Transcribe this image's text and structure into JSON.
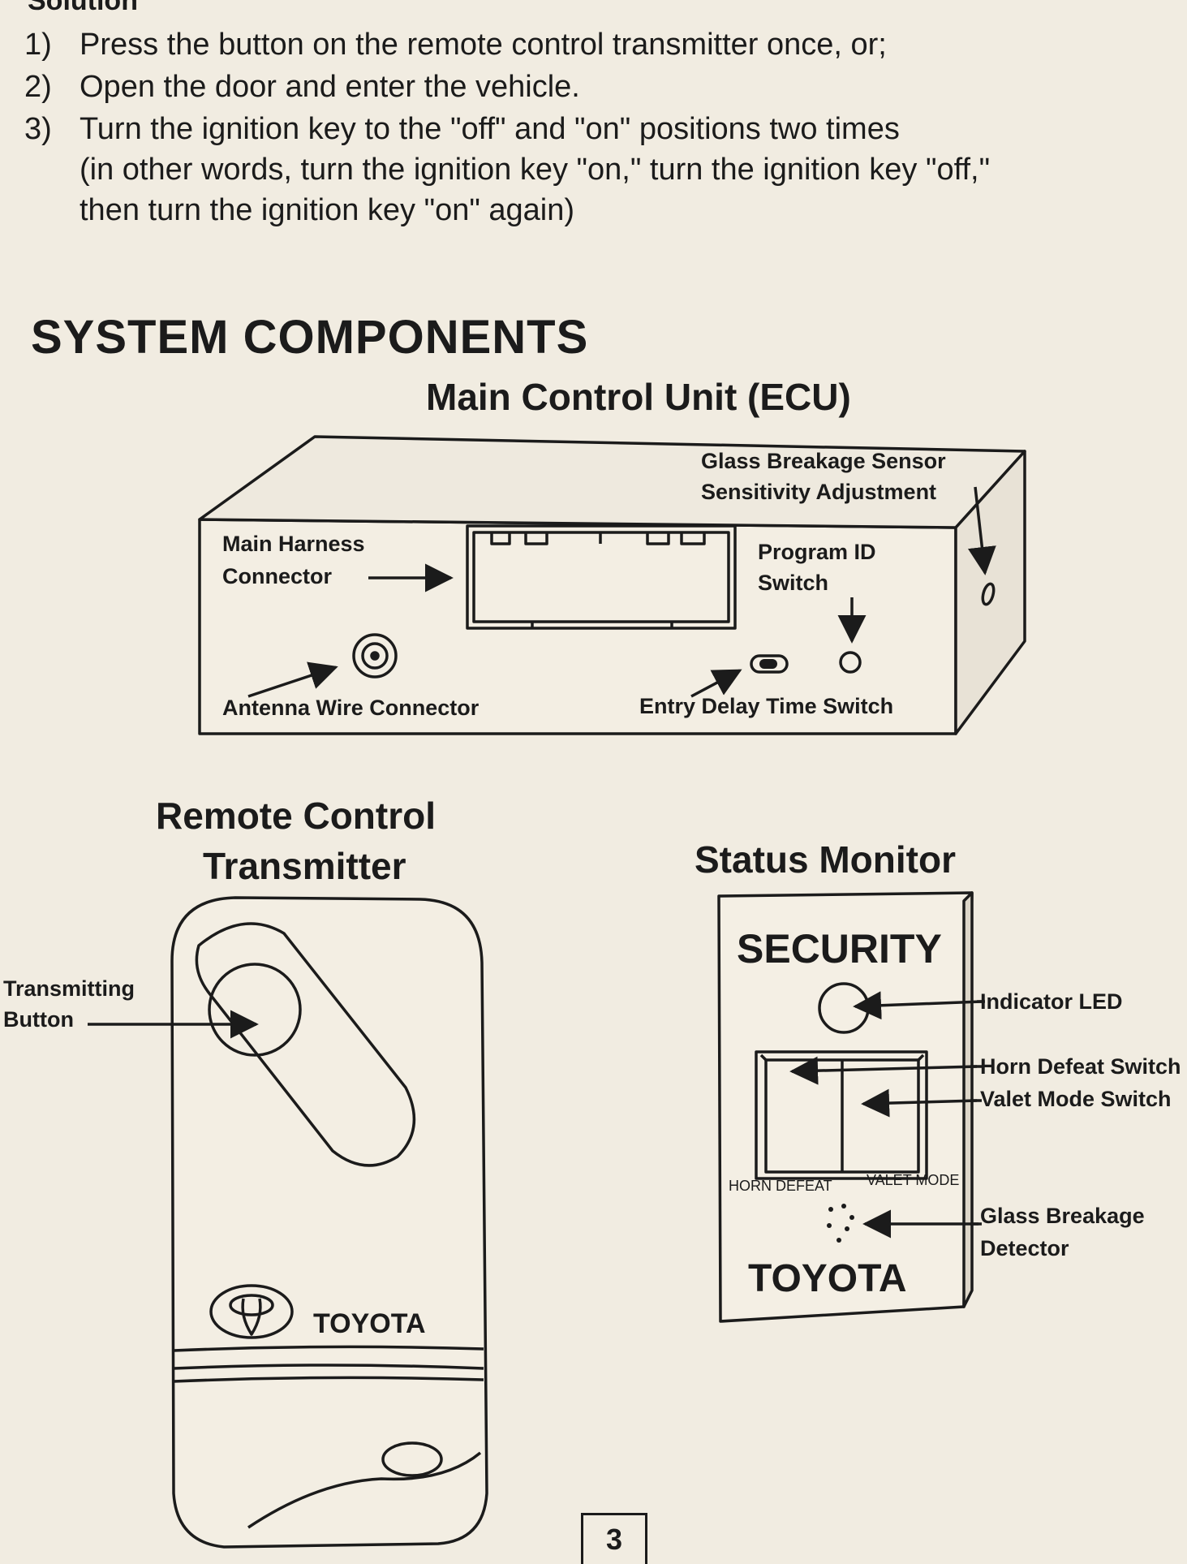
{
  "top_fragment": "Solution",
  "steps": [
    {
      "num": "1)",
      "text": "Press the button on the remote control transmitter once, or;"
    },
    {
      "num": "2)",
      "text": "Open the door and enter the vehicle."
    },
    {
      "num": "3)",
      "lines": [
        "Turn the ignition key to the \"off\" and \"on\" positions two times",
        "(in other words, turn the ignition key \"on,\" turn the ignition key \"off,\"",
        "then turn the ignition key \"on\" again)"
      ]
    }
  ],
  "section_heading": "SYSTEM COMPONENTS",
  "ecu": {
    "title": "Main Control Unit (ECU)",
    "labels": {
      "glass_sensor_line1": "Glass Breakage Sensor",
      "glass_sensor_line2": "Sensitivity Adjustment",
      "harness_line1": "Main Harness",
      "harness_line2": "Connector",
      "program_line1": "Program ID",
      "program_line2": "Switch",
      "antenna": "Antenna Wire Connector",
      "entry_delay": "Entry Delay Time Switch"
    }
  },
  "remote": {
    "title_line1": "Remote Control",
    "title_line2": "Transmitter",
    "button_label_line1": "Transmitting",
    "button_label_line2": "Button",
    "brand": "TOYOTA"
  },
  "monitor": {
    "title": "Status Monitor",
    "security": "SECURITY",
    "indicator": "Indicator LED",
    "horn_defeat": "Horn Defeat Switch",
    "valet_mode": "Valet Mode Switch",
    "switch_label_left": "HORN DEFEAT",
    "switch_label_right": "VALET MODE",
    "glass_line1": "Glass Breakage",
    "glass_line2": "Detector",
    "brand": "TOYOTA"
  },
  "page_number": "3"
}
